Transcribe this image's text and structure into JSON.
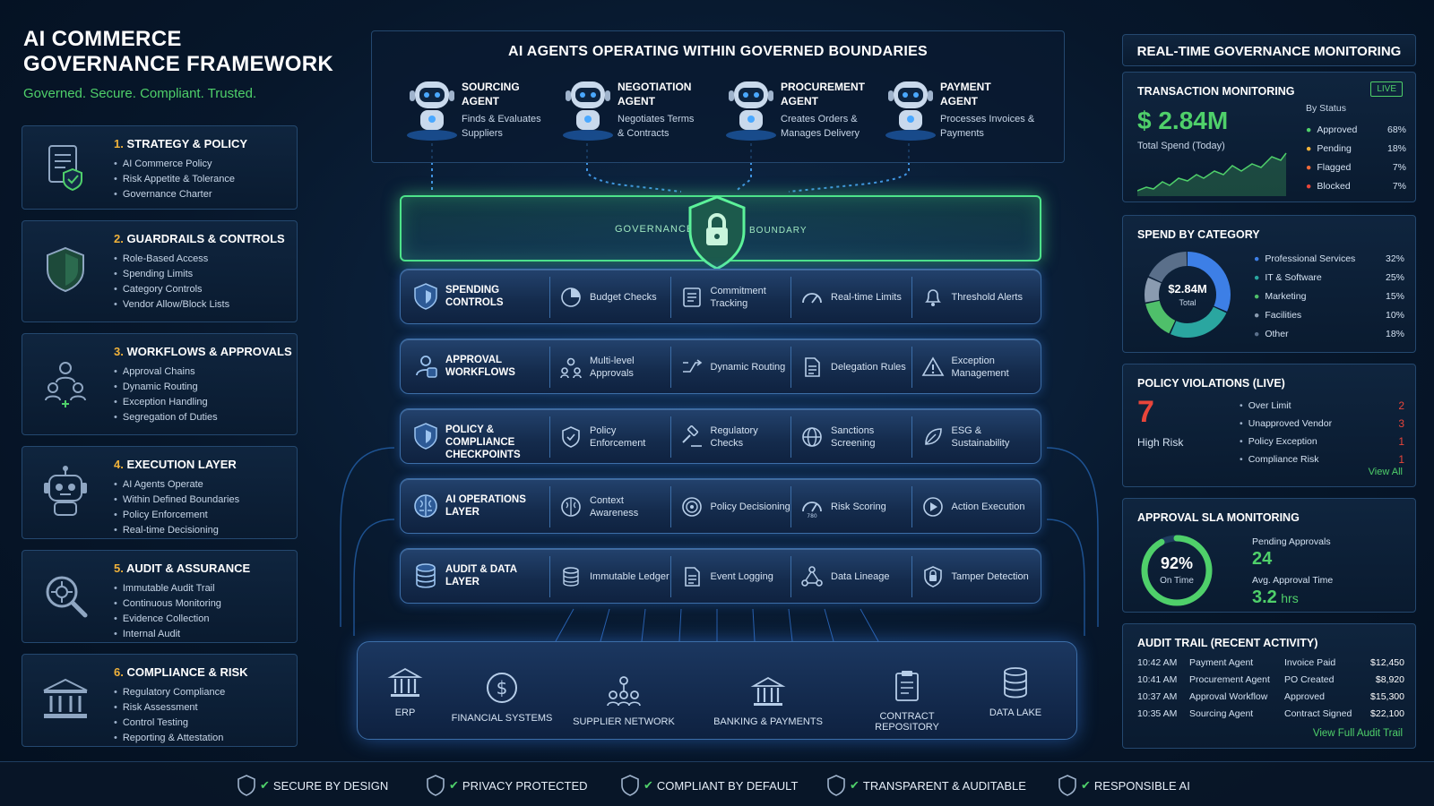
{
  "header": {
    "title_line1": "AI COMMERCE",
    "title_line2": "GOVERNANCE FRAMEWORK",
    "tagline": "Governed. Secure. Compliant. Trusted."
  },
  "pillars": [
    {
      "num": "1.",
      "title": "STRATEGY & POLICY",
      "icon": "policy-document-icon",
      "items": [
        "AI Commerce Policy",
        "Risk Appetite & Tolerance",
        "Governance Charter"
      ]
    },
    {
      "num": "2.",
      "title": "GUARDRAILS & CONTROLS",
      "icon": "shield-icon",
      "items": [
        "Role-Based Access",
        "Spending Limits",
        "Category Controls",
        "Vendor Allow/Block Lists"
      ]
    },
    {
      "num": "3.",
      "title": "WORKFLOWS & APPROVALS",
      "icon": "team-workflow-icon",
      "items": [
        "Approval Chains",
        "Dynamic Routing",
        "Exception Handling",
        "Segregation of Duties"
      ]
    },
    {
      "num": "4.",
      "title": "EXECUTION LAYER",
      "icon": "robot-icon",
      "items": [
        "AI Agents Operate",
        "Within Defined Boundaries",
        "Policy Enforcement",
        "Real-time Decisioning"
      ]
    },
    {
      "num": "5.",
      "title": "AUDIT & ASSURANCE",
      "icon": "magnifier-icon",
      "items": [
        "Immutable Audit Trail",
        "Continuous Monitoring",
        "Evidence Collection",
        "Internal Audit"
      ]
    },
    {
      "num": "6.",
      "title": "COMPLIANCE & RISK",
      "icon": "bank-icon",
      "items": [
        "Regulatory Compliance",
        "Risk Assessment",
        "Control Testing",
        "Reporting & Attestation"
      ]
    }
  ],
  "agents": {
    "title": "AI AGENTS OPERATING WITHIN GOVERNED BOUNDARIES",
    "list": [
      {
        "name1": "SOURCING",
        "name2": "AGENT",
        "desc1": "Finds & Evaluates",
        "desc2": "Suppliers"
      },
      {
        "name1": "NEGOTIATION",
        "name2": "AGENT",
        "desc1": "Negotiates Terms",
        "desc2": "& Contracts"
      },
      {
        "name1": "PROCUREMENT",
        "name2": "AGENT",
        "desc1": "Creates Orders &",
        "desc2": "Manages Delivery"
      },
      {
        "name1": "PAYMENT",
        "name2": "AGENT",
        "desc1": "Processes Invoices &",
        "desc2": "Payments"
      }
    ]
  },
  "boundary": {
    "left": "GOVERNANCE",
    "right": "BOUNDARY"
  },
  "layers": [
    {
      "name": "SPENDING CONTROLS",
      "icon": "shield-icon",
      "cells": [
        {
          "label": "Budget Checks",
          "icon": "pie-chart-icon"
        },
        {
          "label": "Commitment Tracking",
          "icon": "checklist-icon"
        },
        {
          "label": "Real-time Limits",
          "icon": "gauge-icon"
        },
        {
          "label": "Threshold Alerts",
          "icon": "bell-icon"
        }
      ]
    },
    {
      "name": "APPROVAL WORKFLOWS",
      "icon": "users-icon",
      "cells": [
        {
          "label": "Multi-level Approvals",
          "icon": "user-hierarchy-icon"
        },
        {
          "label": "Dynamic Routing",
          "icon": "routing-arrows-icon"
        },
        {
          "label": "Delegation Rules",
          "icon": "document-icon"
        },
        {
          "label": "Exception Management",
          "icon": "warning-icon"
        }
      ]
    },
    {
      "name": "POLICY & COMPLIANCE CHECKPOINTS",
      "icon": "shield-icon",
      "cells": [
        {
          "label": "Policy Enforcement",
          "icon": "shield-check-icon"
        },
        {
          "label": "Regulatory Checks",
          "icon": "gavel-icon"
        },
        {
          "label": "Sanctions Screening",
          "icon": "globe-icon"
        },
        {
          "label": "ESG & Sustainability",
          "icon": "leaf-icon"
        }
      ]
    },
    {
      "name": "AI OPERATIONS LAYER",
      "icon": "brain-icon",
      "cells": [
        {
          "label": "Context Awareness",
          "icon": "brain-icon"
        },
        {
          "label": "Policy Decisioning",
          "icon": "target-icon"
        },
        {
          "label": "Risk Scoring",
          "icon": "gauge-icon"
        },
        {
          "label": "Action Execution",
          "icon": "play-icon"
        }
      ]
    },
    {
      "name": "AUDIT & DATA LAYER",
      "icon": "database-icon",
      "cells": [
        {
          "label": "Immutable Ledger",
          "icon": "database-icon"
        },
        {
          "label": "Event Logging",
          "icon": "log-document-icon"
        },
        {
          "label": "Data Lineage",
          "icon": "network-icon"
        },
        {
          "label": "Tamper Detection",
          "icon": "lock-shield-icon"
        }
      ]
    }
  ],
  "risk_score_value": "780",
  "foundation": [
    {
      "label": "ERP",
      "icon": "building-icon"
    },
    {
      "label": "FINANCIAL SYSTEMS",
      "icon": "dollar-icon"
    },
    {
      "label": "SUPPLIER NETWORK",
      "icon": "network-people-icon"
    },
    {
      "label": "BANKING & PAYMENTS",
      "icon": "bank-icon"
    },
    {
      "label": "CONTRACT REPOSITORY",
      "icon": "clipboard-icon"
    },
    {
      "label": "DATA LAKE",
      "icon": "database-icon"
    }
  ],
  "monitoring": {
    "title": "REAL-TIME GOVERNANCE MONITORING",
    "transactions": {
      "title": "TRANSACTION MONITORING",
      "live_badge": "LIVE",
      "amount": "$ 2.84M",
      "amount_label": "Total Spend (Today)",
      "status_title": "By Status",
      "status": [
        {
          "label": "Approved",
          "pct": "68%",
          "color": "#4fd06a"
        },
        {
          "label": "Pending",
          "pct": "18%",
          "color": "#f0b23a"
        },
        {
          "label": "Flagged",
          "pct": "7%",
          "color": "#f06a3a"
        },
        {
          "label": "Blocked",
          "pct": "7%",
          "color": "#e8453a"
        }
      ]
    },
    "spend": {
      "title": "SPEND BY CATEGORY",
      "center_value": "$2.84M",
      "center_label": "Total",
      "categories": [
        {
          "label": "Professional Services",
          "pct": "32%",
          "value": 32,
          "color": "#3d7fe6"
        },
        {
          "label": "IT & Software",
          "pct": "25%",
          "value": 25,
          "color": "#2aa6a0"
        },
        {
          "label": "Marketing",
          "pct": "15%",
          "value": 15,
          "color": "#4fbf6a"
        },
        {
          "label": "Facilities",
          "pct": "10%",
          "value": 10,
          "color": "#8a9bb0"
        },
        {
          "label": "Other",
          "pct": "18%",
          "value": 18,
          "color": "#5a6f8a"
        }
      ]
    },
    "violations": {
      "title": "POLICY VIOLATIONS (LIVE)",
      "count": "7",
      "count_label": "High Risk",
      "items": [
        {
          "label": "Over Limit",
          "value": "2"
        },
        {
          "label": "Unapproved Vendor",
          "value": "3"
        },
        {
          "label": "Policy Exception",
          "value": "1"
        },
        {
          "label": "Compliance Risk",
          "value": "1"
        }
      ],
      "view_all": "View All"
    },
    "sla": {
      "title": "APPROVAL SLA MONITORING",
      "pct_label": "92%",
      "pct": 92,
      "on_time": "On Time",
      "pending_label": "Pending Approvals",
      "pending_value": "24",
      "avg_label": "Avg. Approval Time",
      "avg_value": "3.2",
      "avg_unit": "hrs"
    },
    "audit": {
      "title": "AUDIT TRAIL (RECENT ACTIVITY)",
      "rows": [
        {
          "time": "10:42 AM",
          "agent": "Payment Agent",
          "action": "Invoice Paid",
          "amount": "$12,450"
        },
        {
          "time": "10:41 AM",
          "agent": "Procurement Agent",
          "action": "PO Created",
          "amount": "$8,920"
        },
        {
          "time": "10:37 AM",
          "agent": "Approval Workflow",
          "action": "Approved",
          "amount": "$15,300"
        },
        {
          "time": "10:35 AM",
          "agent": "Sourcing Agent",
          "action": "Contract Signed",
          "amount": "$22,100"
        }
      ],
      "link": "View Full Audit Trail"
    }
  },
  "footer": [
    "SECURE BY DESIGN",
    "PRIVACY PROTECTED",
    "COMPLIANT BY DEFAULT",
    "TRANSPARENT & AUDITABLE",
    "RESPONSIBLE AI"
  ]
}
